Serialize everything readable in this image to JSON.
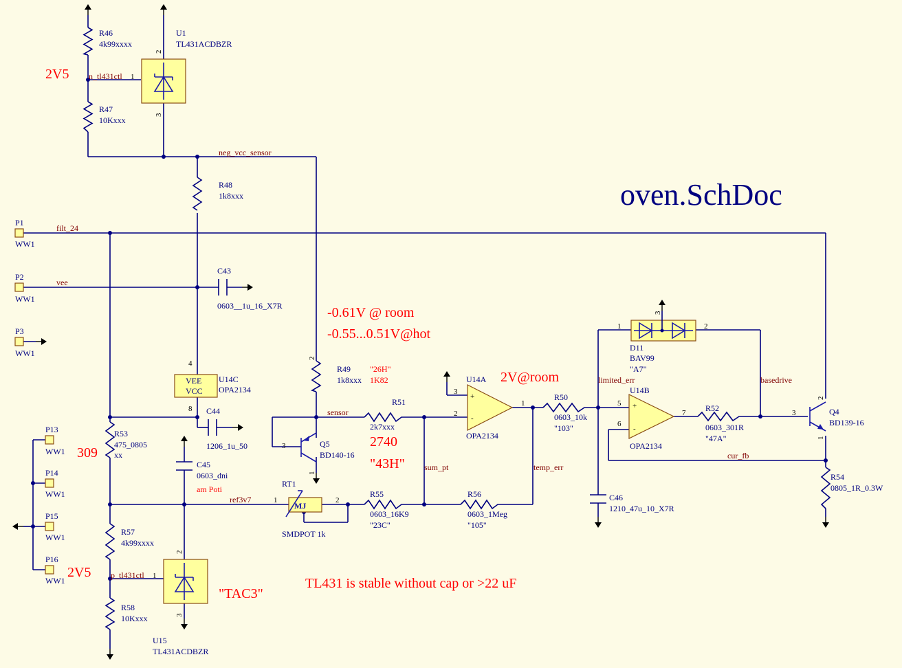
{
  "title": "oven.SchDoc",
  "colors": {
    "wire": "#000080",
    "net_label": "#800000",
    "annotation": "#ff0000",
    "background": "#fdfbe6",
    "component_fill": "#ffff9e"
  },
  "components": {
    "R46": {
      "ref": "R46",
      "value": "4k99xxxx"
    },
    "U1": {
      "ref": "U1",
      "value": "TL431ACDBZR",
      "pins": [
        "2",
        "1",
        "3"
      ]
    },
    "R47": {
      "ref": "R47",
      "value": "10Kxxx"
    },
    "R48": {
      "ref": "R48",
      "value": "1k8xxx"
    },
    "C43": {
      "ref": "C43",
      "value": "0603__1u_16_X7R"
    },
    "U14C": {
      "ref": "U14C",
      "value": "OPA2134",
      "vee": "VEE",
      "vcc": "VCC",
      "pins": [
        "4",
        "8"
      ]
    },
    "C44": {
      "ref": "C44",
      "value": "1206_1u_50"
    },
    "R49": {
      "ref": "R49",
      "value": "1k8xxx",
      "mark": "\"26H\"",
      "alt": "1K82"
    },
    "Q5": {
      "ref": "Q5",
      "value": "BD140-16",
      "pins": [
        "2",
        "3",
        "1"
      ]
    },
    "R51": {
      "ref": "R51",
      "value": "2k7xxx"
    },
    "U14A": {
      "ref": "U14A",
      "value": "OPA2134",
      "pins": [
        "3",
        "2",
        "1"
      ],
      "plus": "+",
      "minus": "-"
    },
    "R50": {
      "ref": "R50",
      "value": "0603_10k",
      "mark": "\"103\""
    },
    "D11": {
      "ref": "D11",
      "value": "BAV99",
      "mark": "\"A7\"",
      "pins": [
        "1",
        "3",
        "2"
      ]
    },
    "U14B": {
      "ref": "U14B",
      "value": "OPA2134",
      "pins": [
        "5",
        "6",
        "7"
      ],
      "plus": "+",
      "minus": "-"
    },
    "R52": {
      "ref": "R52",
      "value": "0603_301R",
      "mark": "\"47A\""
    },
    "Q4": {
      "ref": "Q4",
      "value": "BD139-16",
      "pins": [
        "3",
        "2",
        "1"
      ]
    },
    "R54": {
      "ref": "R54",
      "value": "0805_1R_0.3W"
    },
    "C46": {
      "ref": "C46",
      "value": "1210_47u_10_X7R"
    },
    "R53": {
      "ref": "R53",
      "value": "475_0805",
      "extra": "xx"
    },
    "C45": {
      "ref": "C45",
      "value": "0603_dni"
    },
    "RT1": {
      "ref": "RT1",
      "value": "SMDPOT 1k",
      "pins": [
        "1",
        "2"
      ],
      "body": "MJ"
    },
    "R55": {
      "ref": "R55",
      "value": "0603_16K9",
      "mark": "\"23C\""
    },
    "R56": {
      "ref": "R56",
      "value": "0603_1Meg",
      "mark": "\"105\""
    },
    "R57": {
      "ref": "R57",
      "value": "4k99xxxx"
    },
    "U15": {
      "ref": "U15",
      "value": "TL431ACDBZR",
      "pins": [
        "2",
        "1",
        "3"
      ]
    },
    "R58": {
      "ref": "R58",
      "value": "10Kxxx"
    }
  },
  "ports": [
    {
      "ref": "P1",
      "value": "WW1"
    },
    {
      "ref": "P2",
      "value": "WW1"
    },
    {
      "ref": "P3",
      "value": "WW1"
    },
    {
      "ref": "P13",
      "value": "WW1"
    },
    {
      "ref": "P14",
      "value": "WW1"
    },
    {
      "ref": "P15",
      "value": "WW1"
    },
    {
      "ref": "P16",
      "value": "WW1"
    }
  ],
  "nets": {
    "n_tl431ctl": "n_tl431ctl",
    "p_tl431ctl": "p_tl431ctl",
    "neg_vcc_sensor": "neg_vcc_sensor",
    "filt_24": "filt_24",
    "vee": "vee",
    "sensor": "sensor",
    "sum_pt": "sum_pt",
    "temp_err": "temp_err",
    "limited_err": "limited_err",
    "basedrive": "basedrive",
    "cur_fb": "cur_fb",
    "ref3v7": "ref3v7"
  },
  "annotations": {
    "v2v5_top": "2V5",
    "v2v5_bottom": "2V5",
    "room_voltage": "-0.61V @ room",
    "hot_voltage": "-0.55...0.51V@hot",
    "opamp_room": "2V@room",
    "r51_value": "2740",
    "r51_mark": "\"43H\"",
    "r53_value": "309",
    "u15_mark": "\"TAC3\"",
    "poti_note": "am Poti",
    "stability_note": "TL431  is stable without cap or  >22 uF"
  }
}
